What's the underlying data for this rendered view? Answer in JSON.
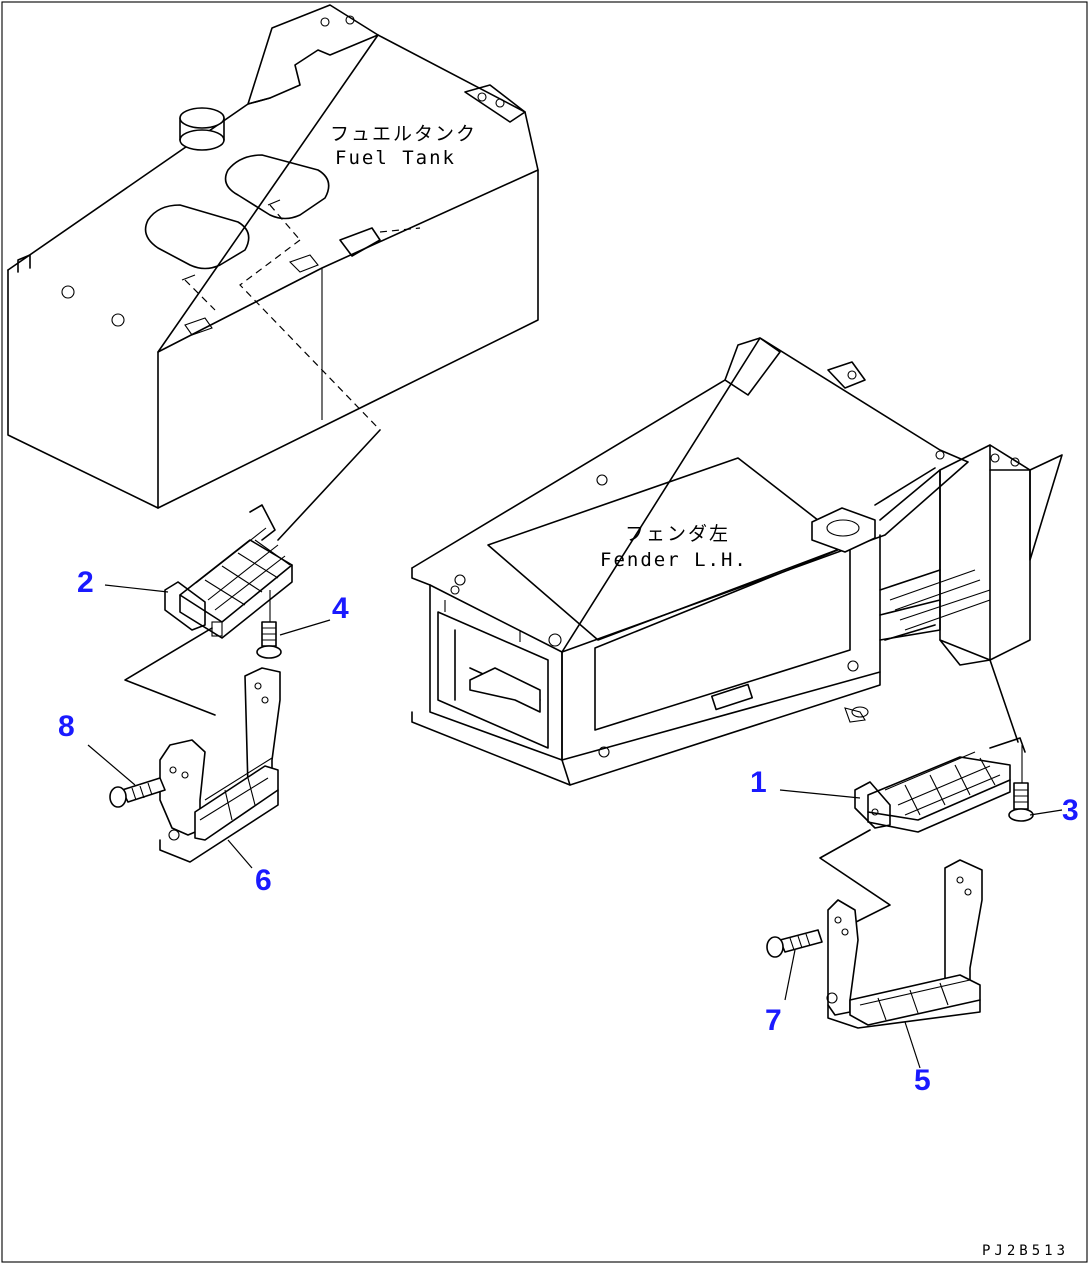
{
  "labels": {
    "fuel_tank_jp": "フュエルタンク",
    "fuel_tank_en": "Fuel Tank",
    "fender_jp": "フェンダ左",
    "fender_en": "Fender L.H.",
    "drawing_code": "PJ2B513"
  },
  "callouts": [
    "1",
    "2",
    "3",
    "4",
    "5",
    "6",
    "7",
    "8"
  ],
  "colors": {
    "callout": "#1a1aff",
    "line": "#000000",
    "background": "#ffffff"
  }
}
